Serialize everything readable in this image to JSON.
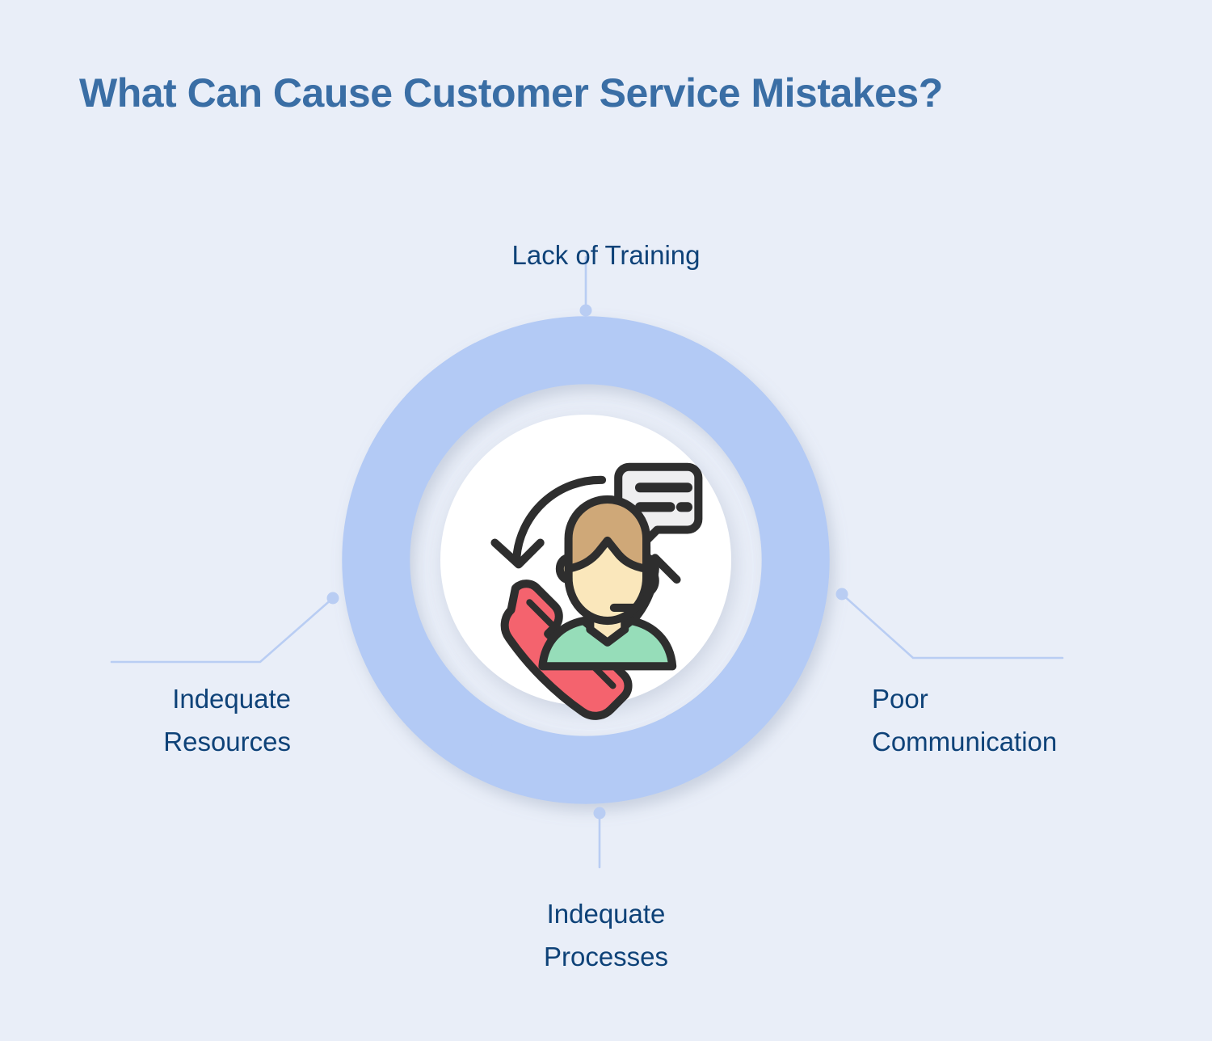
{
  "title": "What Can Cause Customer Service Mistakes?",
  "theme": {
    "background": "#e9eef8",
    "title_color": "#3a6ea5",
    "label_color": "#0e4278",
    "arc_color": "#b3caf5",
    "connector_color": "#b9cdf3",
    "hub_color": "#ffffff"
  },
  "center_icon": {
    "name": "customer-service-agent-icon",
    "hair_color": "#cfa878",
    "skin_color": "#fae7bb",
    "shirt_color": "#96ddb9",
    "phone_color": "#f4636e",
    "bubble_color": "#efeff0",
    "outline_color": "#2e2e2e"
  },
  "nodes": [
    {
      "id": "top",
      "label": "Lack of Training",
      "position": "top"
    },
    {
      "id": "right",
      "label": "Poor\nCommunication",
      "position": "right"
    },
    {
      "id": "bottom",
      "label": "Indequate\nProcesses",
      "position": "bottom"
    },
    {
      "id": "left",
      "label": "Indequate\nResources",
      "position": "left"
    }
  ]
}
